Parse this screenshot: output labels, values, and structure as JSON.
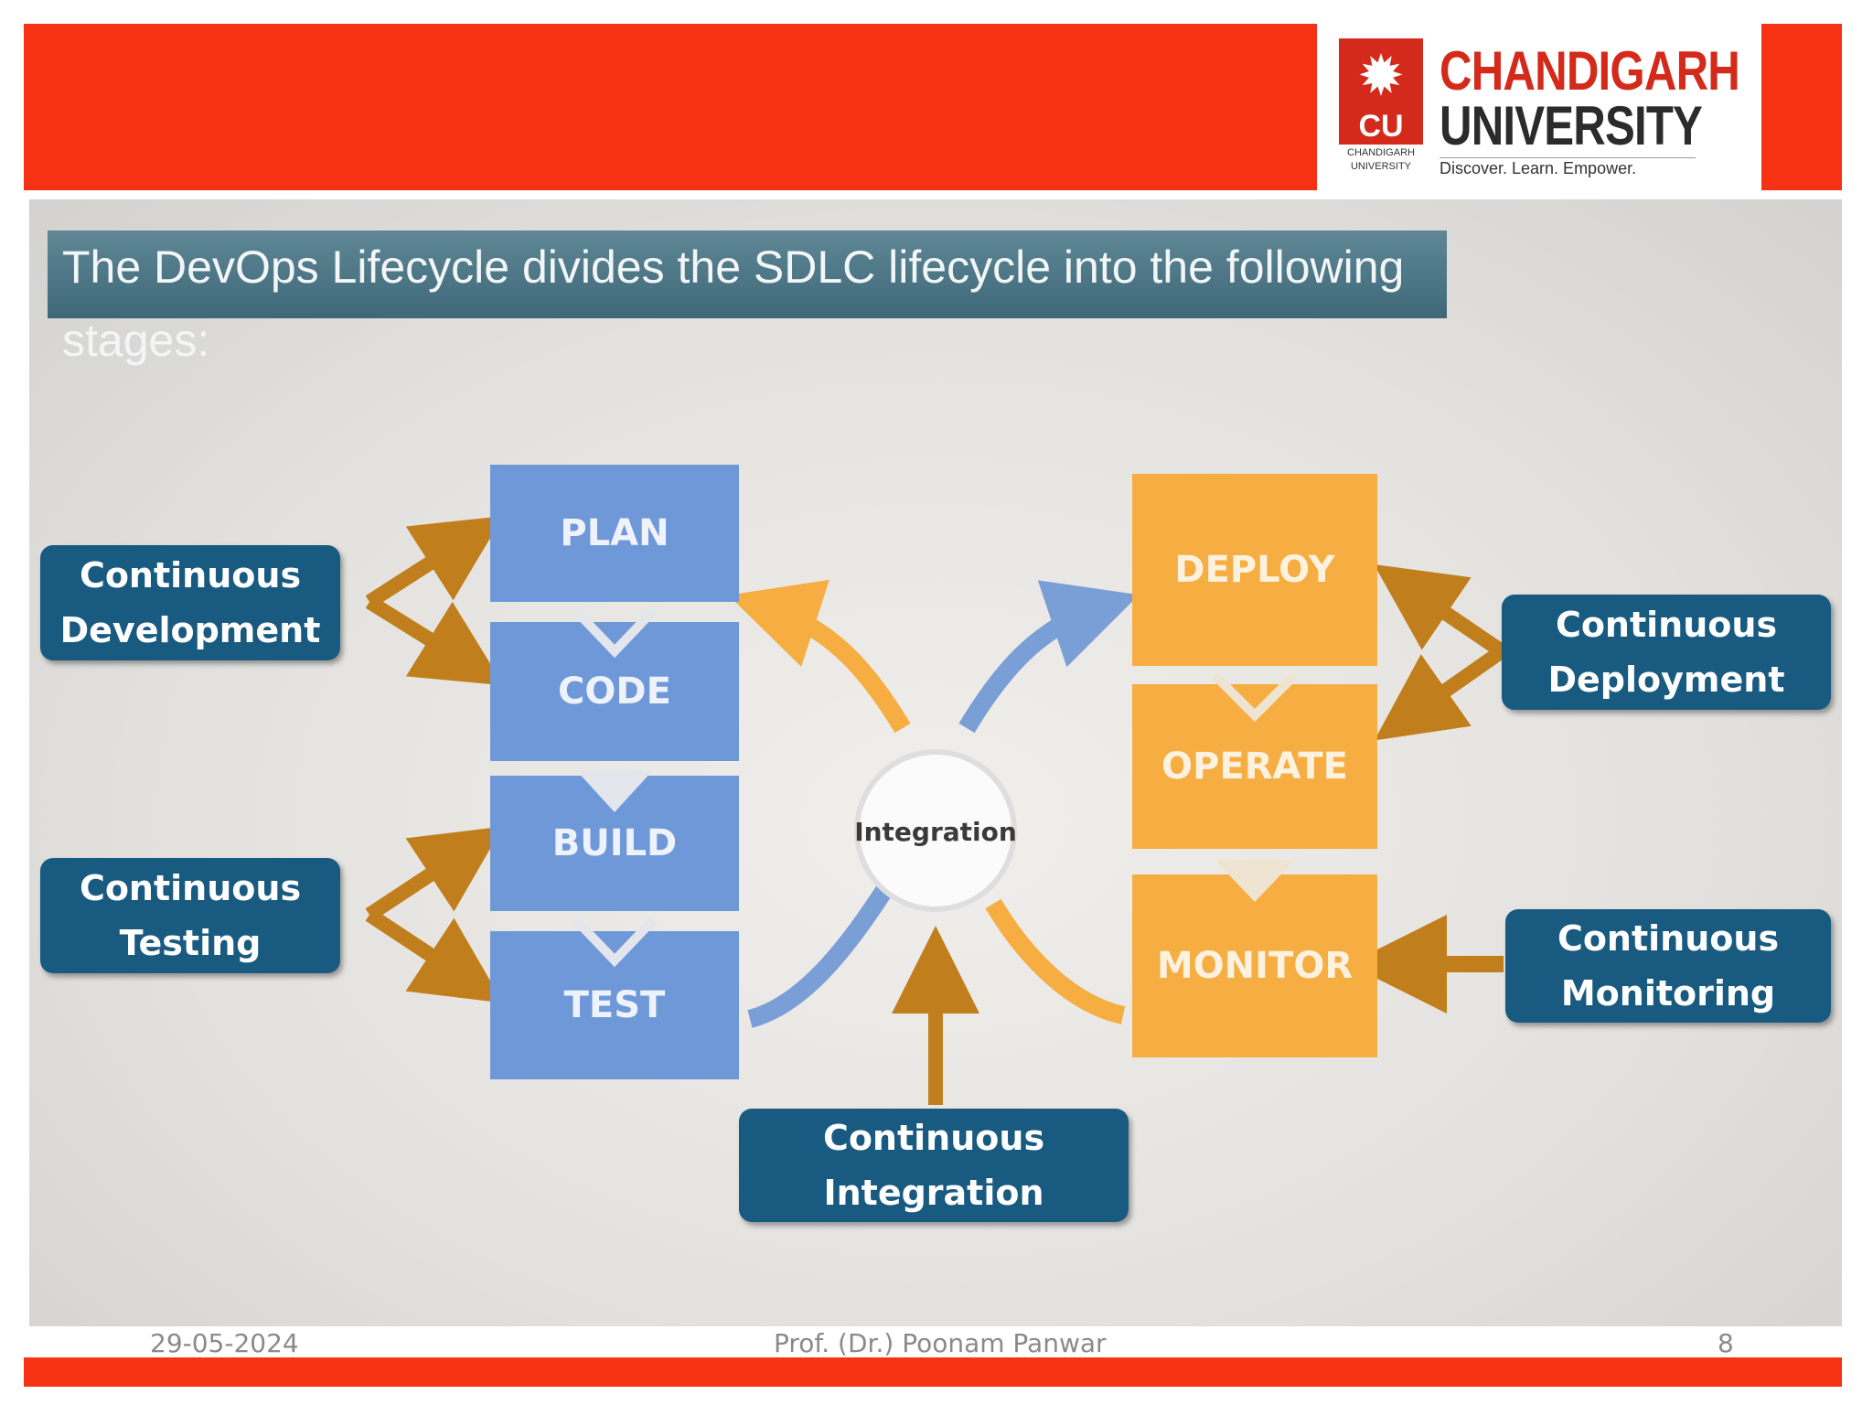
{
  "header": {
    "university_name_line1": "CHANDIGARH",
    "university_name_line2": "UNIVERSITY",
    "tagline": "Discover. Learn. Empower.",
    "emblem_text": "CU",
    "emblem_subtext": "CHANDIGARH UNIVERSITY",
    "brand_color": "#f53314"
  },
  "slide": {
    "title": "The DevOps Lifecycle divides the SDLC lifecycle into the following stages:"
  },
  "diagram": {
    "dev_stages": [
      "PLAN",
      "CODE",
      "BUILD",
      "TEST"
    ],
    "ops_stages": [
      "DEPLOY",
      "OPERATE",
      "MONITOR"
    ],
    "hub_label": "Integration",
    "practices": {
      "continuous_development": "Continuous Development",
      "continuous_testing": "Continuous Testing",
      "continuous_integration": "Continuous Integration",
      "continuous_deployment": "Continuous Deployment",
      "continuous_monitoring": "Continuous Monitoring"
    },
    "colors": {
      "dev": "#6f98d8",
      "ops": "#f6ad42",
      "practice": "#195a80",
      "arrow": "#c07f1c"
    }
  },
  "footer": {
    "date": "29-05-2024",
    "author": "Prof. (Dr.) Poonam Panwar",
    "page_number": "8"
  }
}
